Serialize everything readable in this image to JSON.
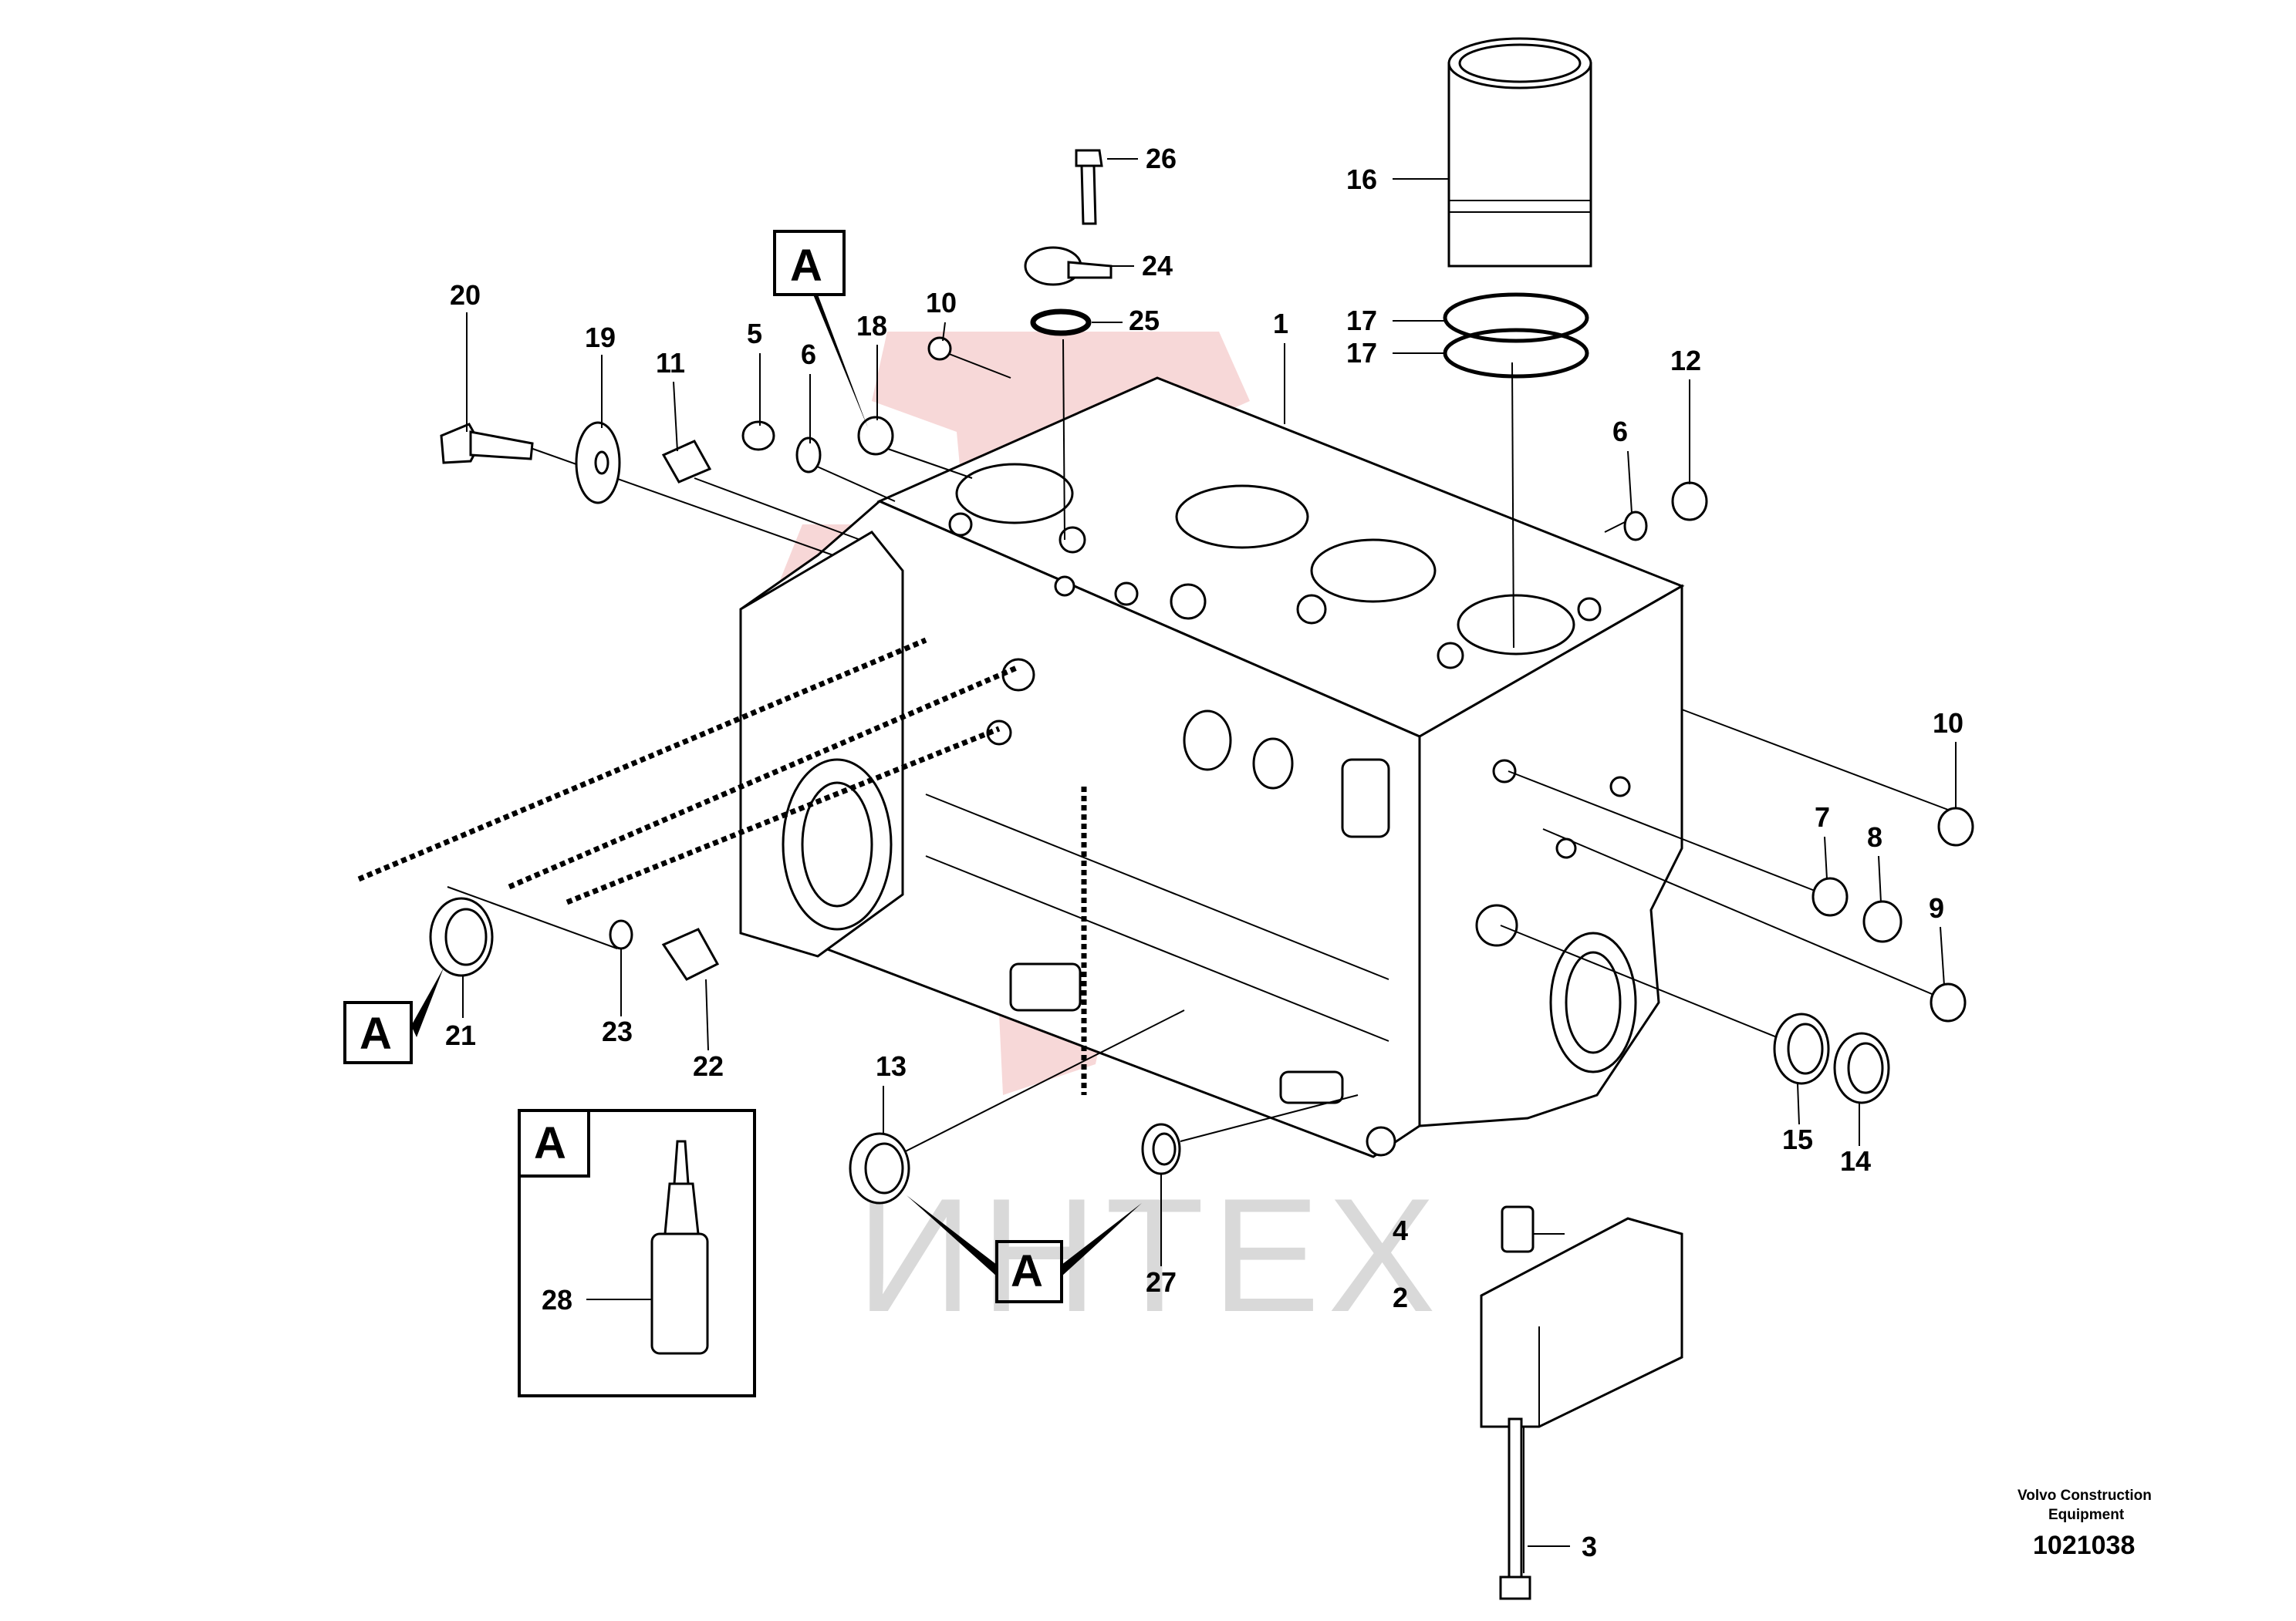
{
  "watermark": {
    "text": "ИНТЕХ",
    "logo_color": "#e8a0a0"
  },
  "credit": {
    "line1": "Volvo Construction",
    "line2": "Equipment"
  },
  "drawing_number": "1021038",
  "callout_letter": "A",
  "callouts": [
    {
      "label": "1"
    },
    {
      "label": "2"
    },
    {
      "label": "3"
    },
    {
      "label": "4"
    },
    {
      "label": "5"
    },
    {
      "label": "6"
    },
    {
      "label": "6"
    },
    {
      "label": "7"
    },
    {
      "label": "8"
    },
    {
      "label": "9"
    },
    {
      "label": "10"
    },
    {
      "label": "10"
    },
    {
      "label": "11"
    },
    {
      "label": "12"
    },
    {
      "label": "13"
    },
    {
      "label": "14"
    },
    {
      "label": "15"
    },
    {
      "label": "16"
    },
    {
      "label": "17"
    },
    {
      "label": "17"
    },
    {
      "label": "18"
    },
    {
      "label": "19"
    },
    {
      "label": "20"
    },
    {
      "label": "21"
    },
    {
      "label": "22"
    },
    {
      "label": "23"
    },
    {
      "label": "24"
    },
    {
      "label": "25"
    },
    {
      "label": "26"
    },
    {
      "label": "27"
    },
    {
      "label": "28"
    }
  ]
}
